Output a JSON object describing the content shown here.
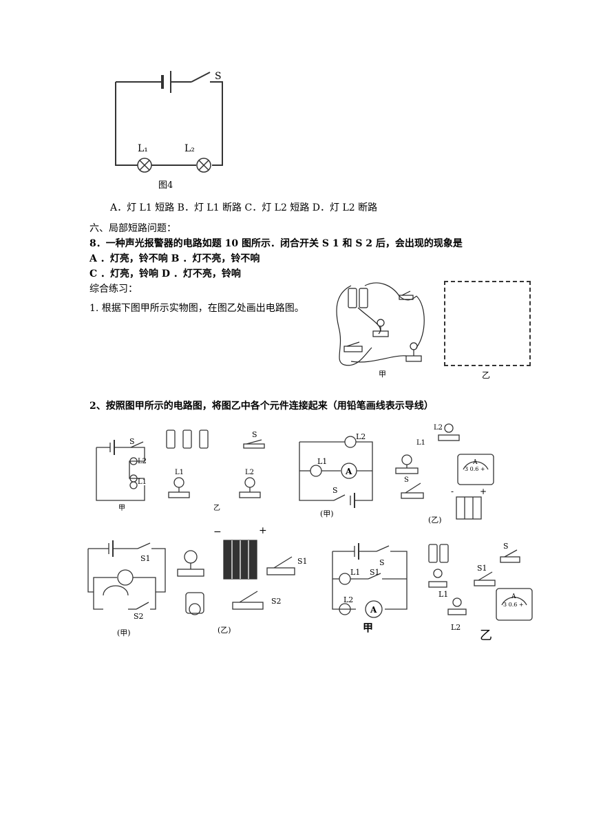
{
  "fig4": {
    "switch_label": "S",
    "lamp1_label": "L₁",
    "lamp2_label": "L₂",
    "caption": "图4"
  },
  "options_line": "A．灯 L1 短路 B．灯 L1 断路 C．灯 L2 短路 D．灯 L2 断路",
  "section6_title": "六、局部短路问题：",
  "q8": {
    "stem": "8．一种声光报警器的电路如题 10 图所示．闭合开关 S 1 和 S 2 后，会出现的现象是",
    "options_ab": "A ．灯亮，铃不响 B ．灯不亮，铃不响",
    "options_cd": "C ．灯亮，铃响 D ．灯不亮，铃响"
  },
  "practice_title": "综合练习：",
  "p1": {
    "text": "1.   根据下图甲所示实物图，在图乙处画出电路图。",
    "caption_jia": "甲",
    "caption_yi": "乙"
  },
  "p2": {
    "text": "2、按照图甲所示的电路图，将图乙中各个元件连接起来（用铅笔画线表示导线）",
    "fig_a": {
      "s": "S",
      "l2": "L2",
      "l1": "L1",
      "real_l1": "L1",
      "real_l2": "L2",
      "real_s": "S",
      "cap_jia": "甲",
      "cap_yi": "乙"
    },
    "fig_b": {
      "l2": "L2",
      "l1": "L1",
      "ammeter": "A",
      "s": "S",
      "cap_jia": "(甲)",
      "real_l2": "L2",
      "real_l1": "L1",
      "real_s": "S",
      "meter_a": "A",
      "meter_scale": "3 0.6 +",
      "minus": "-",
      "plus": "+",
      "cap_yi": "(乙)"
    },
    "fig_c": {
      "s1": "S1",
      "s2": "S2",
      "cap_jia": "(甲)",
      "minus": "−",
      "plus": "+",
      "real_s1": "S1",
      "real_s2": "S2",
      "cap_yi": "(乙)"
    },
    "fig_d": {
      "s": "S",
      "l1": "L1",
      "s1": "S1",
      "l2": "L2",
      "ammeter": "A",
      "cap_jia": "甲",
      "real_s": "S",
      "real_s1": "S1",
      "real_l1": "L1",
      "real_l2": "L2",
      "meter_a": "A",
      "meter_scale": "3 0.6 +",
      "cap_yi": "乙"
    }
  }
}
